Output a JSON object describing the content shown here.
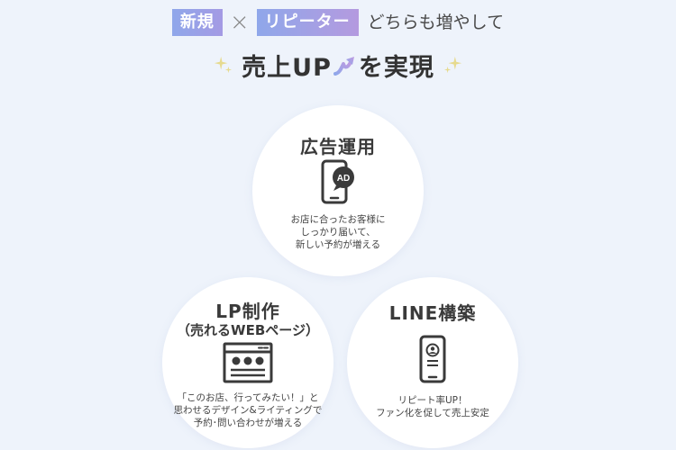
{
  "header": {
    "tag_new": "新規",
    "times": "×",
    "tag_repeater": "リピーター",
    "suffix": "どちらも増やして",
    "sub_title_part1": "売上UP",
    "sub_title_part2": "を実現"
  },
  "colors": {
    "background": "#eef3fb",
    "tag_gradient_start": "#8fa7ea",
    "tag_gradient_end": "#b49adf",
    "sparkle": "#e8df9a",
    "arrow_start": "#8fa7ea",
    "arrow_end": "#c09ae0",
    "icon": "#3a3a3a"
  },
  "icons": {
    "sparkle": "sparkle-icon",
    "arrow": "up-arrow-icon",
    "ad": "smartphone-ad-icon",
    "lp": "browser-window-icon",
    "line": "smartphone-profile-icon"
  },
  "services": [
    {
      "title": "広告運用",
      "icon_text": "AD",
      "desc": [
        "お店に合ったお客様に",
        "しっかり届いて、",
        "新しい予約が増える"
      ]
    },
    {
      "title": "LP制作",
      "subtitle": "（売れるWEBページ）",
      "desc": [
        "「このお店、行ってみたい！」と",
        "思わせるデザイン&ライティングで",
        "予約･問い合わせが増える"
      ]
    },
    {
      "title": "LINE構築",
      "desc": [
        "リピート率UP！",
        "ファン化を促して売上安定"
      ]
    }
  ]
}
